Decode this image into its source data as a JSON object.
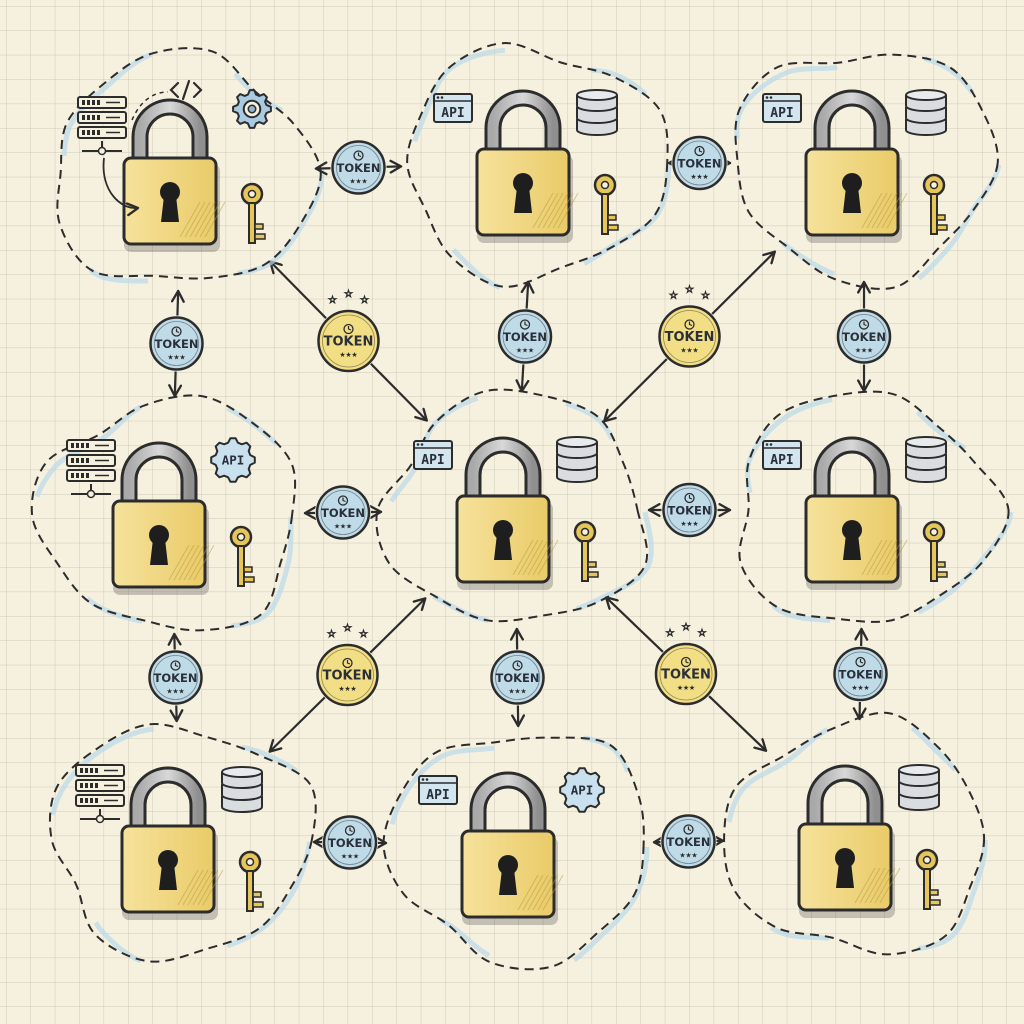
{
  "diagram": {
    "nodes": [
      {
        "id": "n1",
        "label": "",
        "icons": [
          "server-rack",
          "code",
          "gear",
          "lock",
          "key"
        ]
      },
      {
        "id": "n2",
        "label": "API",
        "icons": [
          "api-window",
          "database",
          "lock",
          "key"
        ]
      },
      {
        "id": "n3",
        "label": "API",
        "icons": [
          "api-window",
          "database",
          "lock",
          "key"
        ]
      },
      {
        "id": "n4",
        "label": "API",
        "icons": [
          "server-rack",
          "api-gear",
          "lock",
          "key"
        ]
      },
      {
        "id": "n5",
        "label": "API",
        "icons": [
          "api-window",
          "database",
          "lock",
          "key"
        ]
      },
      {
        "id": "n6",
        "label": "API",
        "icons": [
          "api-window",
          "database",
          "lock",
          "key"
        ]
      },
      {
        "id": "n7",
        "label": "",
        "icons": [
          "server-rack",
          "database",
          "lock",
          "key"
        ]
      },
      {
        "id": "n8",
        "label": "API",
        "icons": [
          "api-window",
          "api-gear",
          "lock"
        ]
      },
      {
        "id": "n9",
        "label": "",
        "icons": [
          "database",
          "lock",
          "key"
        ]
      }
    ],
    "nodes_extra": {
      "n8": {
        "gear_label": "API"
      }
    },
    "edges": [
      {
        "from": "n1",
        "to": "n2",
        "token": "TOKEN",
        "color": "blue"
      },
      {
        "from": "n2",
        "to": "n3",
        "token": "TOKEN",
        "color": "blue"
      },
      {
        "from": "n1",
        "to": "n4",
        "token": "TOKEN",
        "color": "blue"
      },
      {
        "from": "n2",
        "to": "n5",
        "token": "TOKEN",
        "color": "blue"
      },
      {
        "from": "n3",
        "to": "n6",
        "token": "TOKEN",
        "color": "blue"
      },
      {
        "from": "n4",
        "to": "n5",
        "token": "TOKEN",
        "color": "blue"
      },
      {
        "from": "n5",
        "to": "n6",
        "token": "TOKEN",
        "color": "blue"
      },
      {
        "from": "n4",
        "to": "n7",
        "token": "TOKEN",
        "color": "blue"
      },
      {
        "from": "n5",
        "to": "n8",
        "token": "TOKEN",
        "color": "blue"
      },
      {
        "from": "n6",
        "to": "n9",
        "token": "TOKEN",
        "color": "blue"
      },
      {
        "from": "n7",
        "to": "n8",
        "token": "TOKEN",
        "color": "blue"
      },
      {
        "from": "n8",
        "to": "n9",
        "token": "TOKEN",
        "color": "blue"
      },
      {
        "from": "n1",
        "to": "n5",
        "token": "TOKEN",
        "color": "yellow"
      },
      {
        "from": "n3",
        "to": "n5",
        "token": "TOKEN",
        "color": "yellow"
      },
      {
        "from": "n5",
        "to": "n7",
        "token": "TOKEN",
        "color": "yellow"
      },
      {
        "from": "n5",
        "to": "n9",
        "token": "TOKEN",
        "color": "yellow"
      }
    ]
  },
  "colors": {
    "paper": "#f6f1df",
    "grid": "#c9c3b0",
    "ink": "#2c2c2c",
    "lock_body": "#f1d77e",
    "lock_shackle": "#8a8a8a",
    "key": "#e6c55a",
    "token_blue": "#bfdbe8",
    "token_yellow": "#f2de84",
    "label_box": "#d3e6f0",
    "wash_blue": "#b9d8e9"
  }
}
